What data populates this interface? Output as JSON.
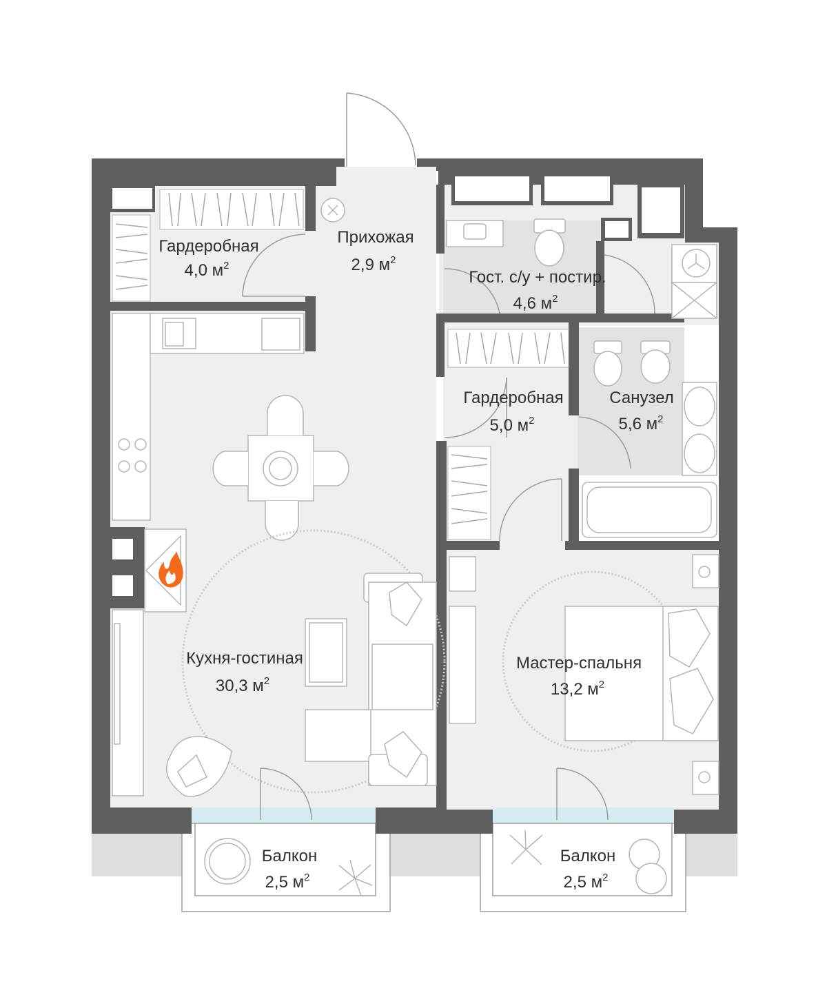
{
  "colors": {
    "wall": "#5e5e5e",
    "floor": "#efefef",
    "wet_floor": "#e3e3e3",
    "balcony_outer": "#dedede",
    "glass": "#d6ecf3",
    "fixture_stroke": "#b5b5b5",
    "fire": "#f26b1d"
  },
  "rooms": [
    {
      "id": "wardrobe-1",
      "name": "Гардеробная",
      "area": "4,0",
      "unit": "м",
      "unit_sup": "2"
    },
    {
      "id": "hallway",
      "name": "Прихожая",
      "area": "2,9",
      "unit": "м",
      "unit_sup": "2"
    },
    {
      "id": "guest-wc",
      "name": "Гост. с/у + постир.",
      "area": "4,6",
      "unit": "м",
      "unit_sup": "2"
    },
    {
      "id": "wardrobe-2",
      "name": "Гардеробная",
      "area": "5,0",
      "unit": "м",
      "unit_sup": "2"
    },
    {
      "id": "bathroom",
      "name": "Санузел",
      "area": "5,6",
      "unit": "м",
      "unit_sup": "2"
    },
    {
      "id": "kitchen-living",
      "name": "Кухня-гостиная",
      "area": "30,3",
      "unit": "м",
      "unit_sup": "2"
    },
    {
      "id": "master-bedroom",
      "name": "Мастер-спальня",
      "area": "13,2",
      "unit": "м",
      "unit_sup": "2"
    },
    {
      "id": "balcony-1",
      "name": "Балкон",
      "area": "2,5",
      "unit": "м",
      "unit_sup": "2"
    },
    {
      "id": "balcony-2",
      "name": "Балкон",
      "area": "2,5",
      "unit": "м",
      "unit_sup": "2"
    }
  ],
  "icons": [
    "fireplace-flame-icon",
    "ventilation-fan-icon",
    "washing-machine-icon"
  ]
}
